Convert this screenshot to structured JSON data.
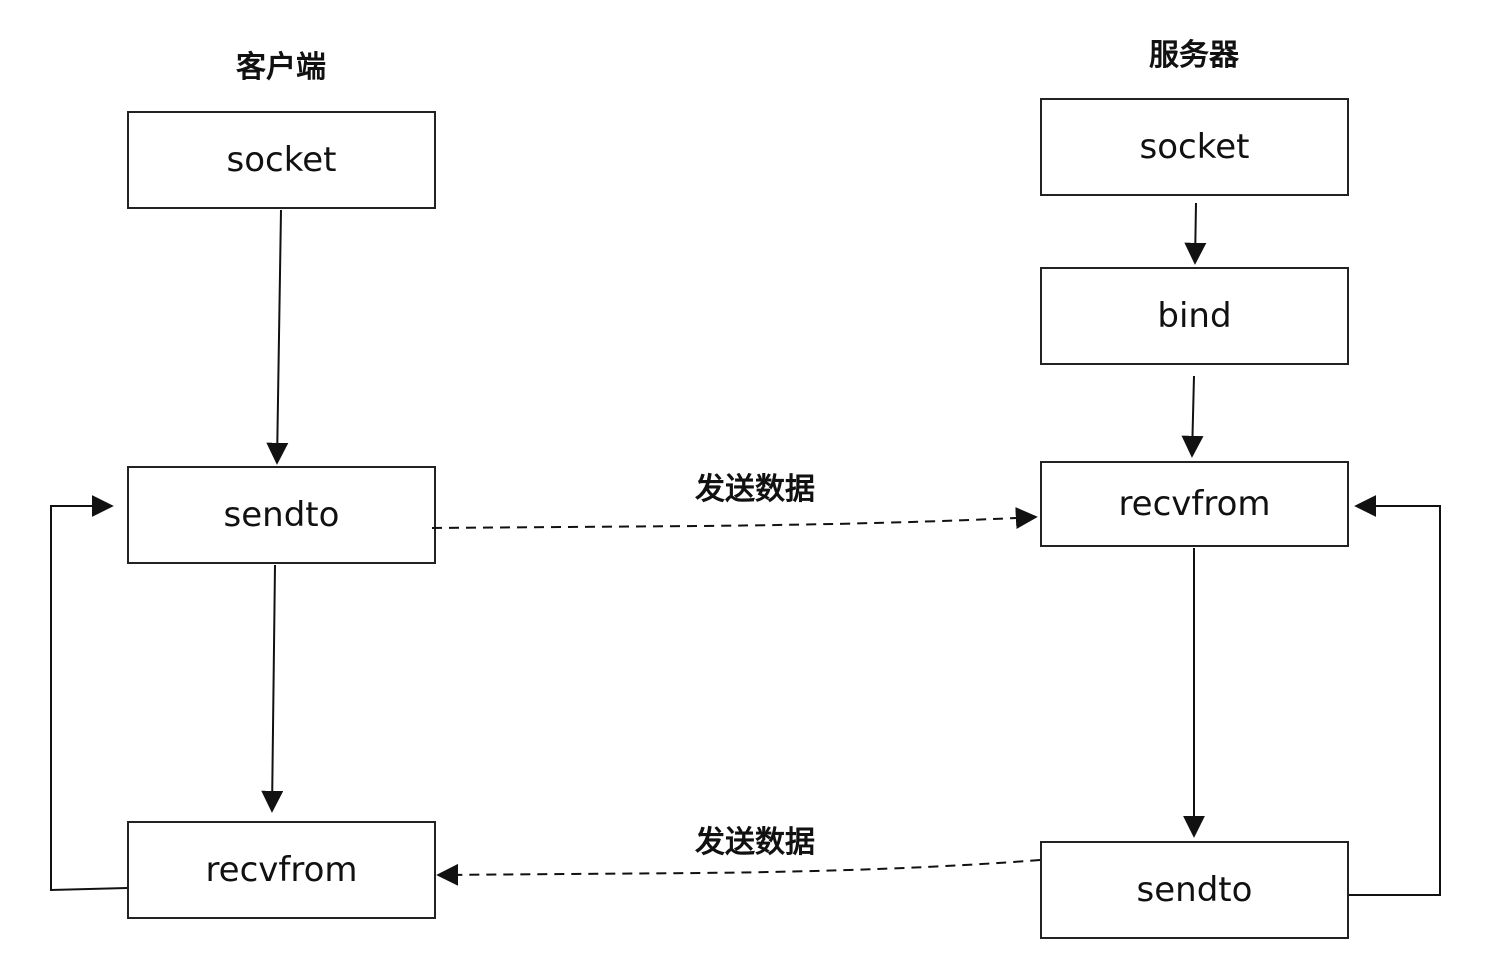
{
  "client": {
    "title": "客户端",
    "steps": [
      "socket",
      "sendto",
      "recvfrom"
    ]
  },
  "server": {
    "title": "服务器",
    "steps": [
      "socket",
      "bind",
      "recvfrom",
      "sendto"
    ]
  },
  "edges": {
    "request_label": "发送数据",
    "response_label": "发送数据"
  }
}
